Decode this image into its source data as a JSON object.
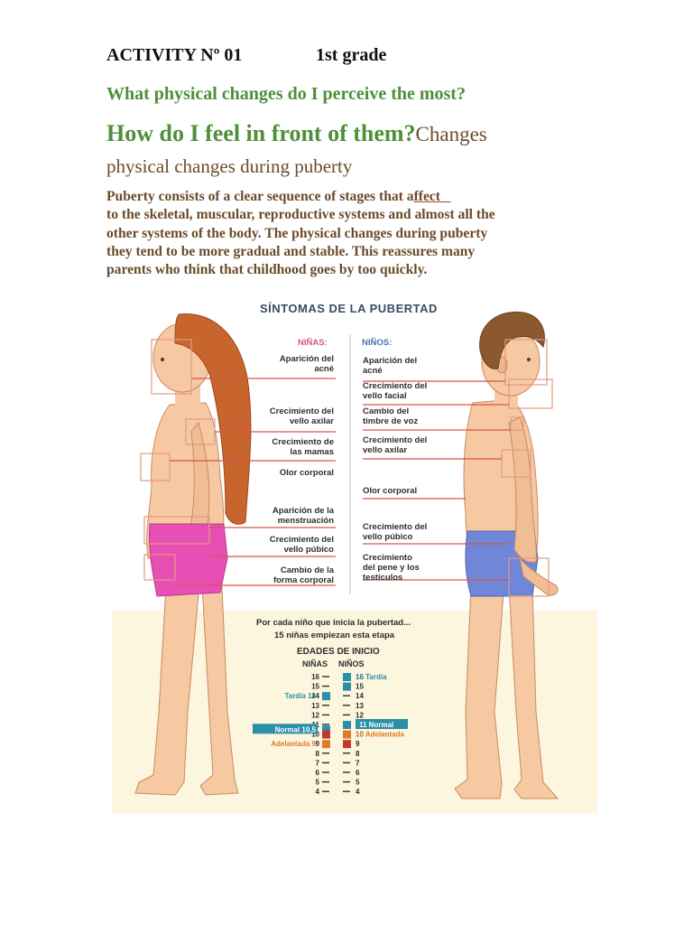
{
  "header": {
    "activity": "ACTIVITY Nº 01",
    "grade": "1st grade"
  },
  "questions": {
    "q1": "What physical changes do I perceive the most?",
    "q2": "How do I feel in front of them?",
    "q2_tail": "Changes",
    "subtitle": "physical changes during puberty"
  },
  "paragraph": {
    "line1": "Puberty consists of a clear sequence of stages that affect",
    "line2": "to the skeletal, muscular, reproductive systems and almost all the",
    "line3": "other systems of the body. The physical changes during puberty",
    "line4": "they tend to be more gradual and stable. This reassures many",
    "line5": "parents who think that childhood goes by too quickly."
  },
  "infographic": {
    "title": "SÍNTOMAS DE LA PUBERTAD",
    "girls_label": "NIÑAS:",
    "boys_label": "NIÑOS:",
    "girls_items": [
      [
        "Aparición del",
        "acné"
      ],
      [
        "Crecimiento del",
        "vello axilar"
      ],
      [
        "Crecimiento de",
        "las mamas"
      ],
      [
        "Olor corporal"
      ],
      [
        "Aparición de la",
        "menstruación"
      ],
      [
        "Crecimiento del",
        "vello púbico"
      ],
      [
        "Cambio de la",
        "forma corporal"
      ]
    ],
    "boys_items": [
      [
        "Aparición del",
        "acné"
      ],
      [
        "Crecimiento del",
        "vello facial"
      ],
      [
        "Cambio del",
        "timbre de voz"
      ],
      [
        "Crecimiento del",
        "vello axilar"
      ],
      [
        "Olor corporal"
      ],
      [
        "Crecimiento del",
        "vello púbico"
      ],
      [
        "Crecimiento",
        "del pene y los",
        "testículos"
      ]
    ],
    "stat_line1": "Por cada niño que inicia la pubertad...",
    "stat_line2": "15 niñas empiezan esta etapa",
    "age_title": "EDADES DE INICIO",
    "col_girls": "NIÑAS",
    "col_boys": "NIÑOS",
    "ages": [
      "16",
      "15",
      "14",
      "13",
      "12",
      "11",
      "10",
      "9",
      "8",
      "7",
      "6",
      "5",
      "4"
    ],
    "girls_markers": [
      {
        "label": "Tardía 14",
        "age": 14,
        "color": "#2a8fa8"
      },
      {
        "label": "Normal 10,5",
        "age": 10.5,
        "color": "#2a8fa8"
      },
      {
        "label": "Adelantada 9",
        "age": 9,
        "color": "#e07a2a"
      }
    ],
    "boys_markers": [
      {
        "label": "16 Tardía",
        "age": 16,
        "color": "#2a8fa8"
      },
      {
        "label": "11 Normal",
        "age": 11,
        "color": "#2a8fa8"
      },
      {
        "label": "10 Adelantada",
        "age": 10,
        "color": "#e07a2a"
      }
    ],
    "colors": {
      "skin": "#f6c9a2",
      "girl_hair": "#c8642e",
      "boy_hair": "#8a5a2e",
      "girl_shorts": "#e84fb4",
      "boy_shorts": "#6f86d9",
      "pointer": "#d9534f",
      "bottom_band": "#fbf6dd"
    }
  }
}
